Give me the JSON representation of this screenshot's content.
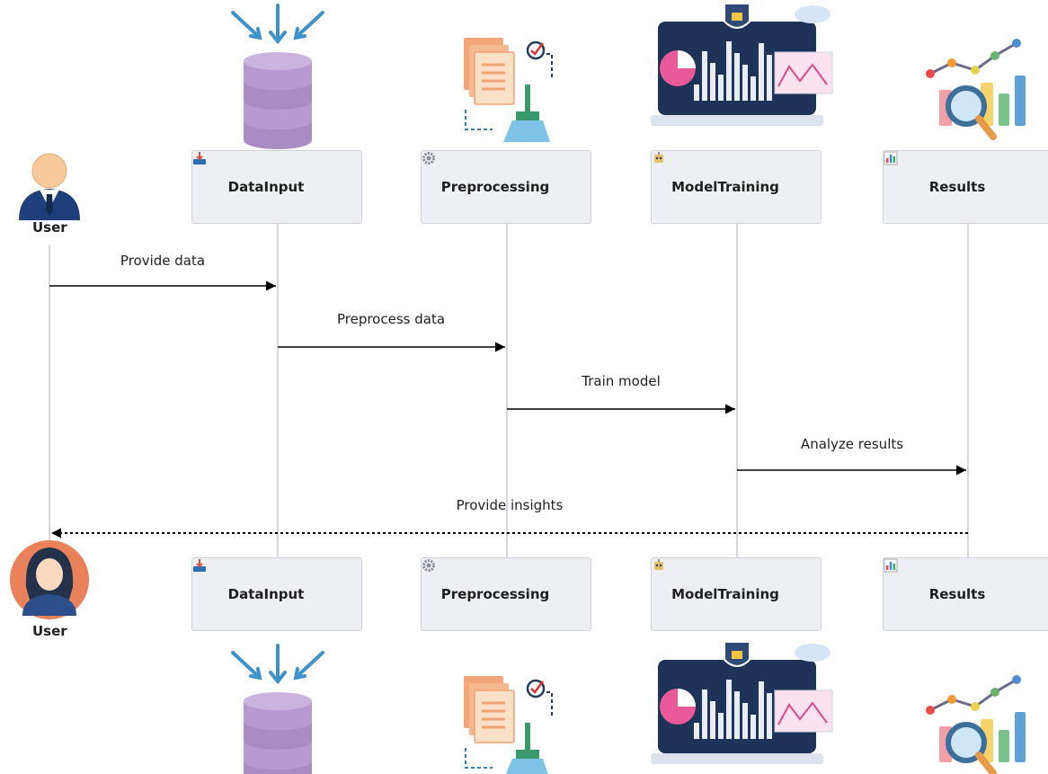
{
  "participants": [
    {
      "id": "user",
      "label": "User"
    },
    {
      "id": "datainput",
      "label": "DataInput",
      "icon": "inbox-tray-icon"
    },
    {
      "id": "preprocessing",
      "label": "Preprocessing",
      "icon": "gear-icon"
    },
    {
      "id": "modeltraining",
      "label": "ModelTraining",
      "icon": "robot-icon"
    },
    {
      "id": "results",
      "label": "Results",
      "icon": "bar-chart-icon"
    }
  ],
  "messages": [
    {
      "from": "user",
      "to": "datainput",
      "text": "Provide data",
      "style": "solid"
    },
    {
      "from": "datainput",
      "to": "preprocessing",
      "text": "Preprocess data",
      "style": "solid"
    },
    {
      "from": "preprocessing",
      "to": "modeltraining",
      "text": "Train model",
      "style": "solid"
    },
    {
      "from": "modeltraining",
      "to": "results",
      "text": "Analyze results",
      "style": "solid"
    },
    {
      "from": "results",
      "to": "user",
      "text": "Provide insights",
      "style": "dotted"
    }
  ],
  "illustrations": [
    "database-input-icon",
    "cleaning-documents-icon",
    "secure-analytics-laptop-icon",
    "analytics-magnifier-icon"
  ],
  "colors": {
    "box_bg": "#eeeff3",
    "box_border": "#cfd1db",
    "lifeline": "#b9bcc7",
    "arrow": "#000000"
  }
}
